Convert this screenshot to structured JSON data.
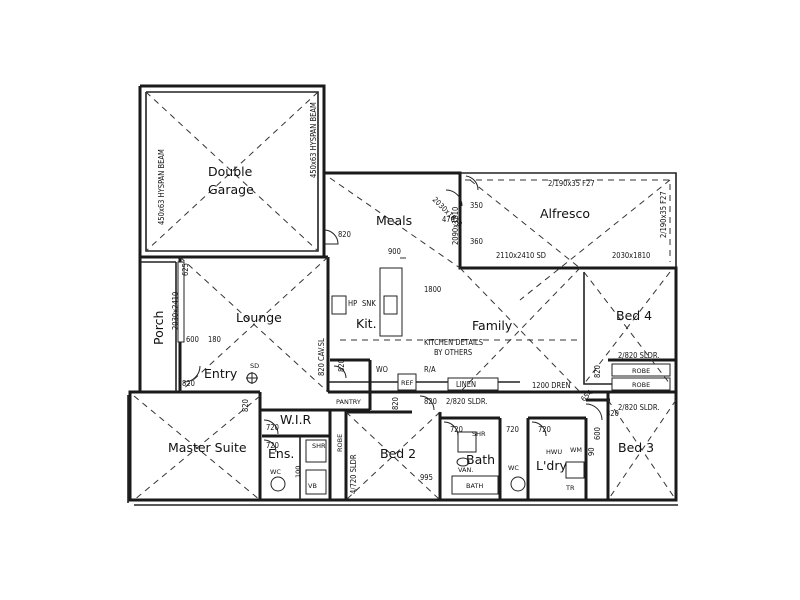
{
  "rooms": {
    "double_garage_1": "Double",
    "double_garage_2": "Garage",
    "meals": "Meals",
    "alfresco": "Alfresco",
    "lounge": "Lounge",
    "porch": "Porch",
    "kit": "Kit.",
    "family": "Family",
    "bed4": "Bed 4",
    "entry": "Entry",
    "master_suite": "Master Suite",
    "wir": "W.I.R",
    "ens": "Ens.",
    "bed2": "Bed 2",
    "bath": "Bath",
    "ldry": "L'dry",
    "bed3": "Bed 3",
    "pantry": "PANTRY",
    "linen": "LINEN"
  },
  "labels": {
    "beam_left": "450x63 HYSPAN BEAM",
    "beam_right": "450x63 HYSPAN BEAM",
    "slider_alfresco_top": "2/190x35 F27",
    "slider_alfresco_right": "2/190x35 F27",
    "d2030_1810": "2030x1810",
    "d2110_2410": "2110x2410 SD",
    "d2030_2410_porch": "2030x2410",
    "d2090_1810": "2090x1810",
    "d2030_1810_v": "2030x1810",
    "d350": "350",
    "d360": "360",
    "d470": "470",
    "d820_meals": "820",
    "d900": "900",
    "d1800": "1800",
    "d625": "625",
    "d600": "600",
    "d180": "180",
    "hp": "HP",
    "snk": "SNK",
    "kitchen_note_1": "KITCHEN DETAILS",
    "kitchen_note_2": "BY OTHERS",
    "cav_sl": "820 CAV.SL",
    "d820_entry": "820",
    "d820_hall": "820",
    "d820_pantry_v": "820",
    "wo": "WO",
    "ref": "REF",
    "ra": "R/A",
    "d2_820_sldr": "2/820 SLDR.",
    "d1200_dren": "1200 DREN",
    "d2_820_sldr_bed4": "2/820 SLDR.",
    "robe1": "ROBE",
    "robe2": "ROBE",
    "d2_820_sldr_bed3": "2/820 SLDR.",
    "d820_bed4": "820",
    "d654": "654",
    "d820_bed3": "820",
    "d600_bed3": "600",
    "d90": "90",
    "d720_wir": "720",
    "d720_ens": "720",
    "d720_bath": "720",
    "d720_ldry": "720",
    "d720_wc": "720",
    "d820_master": "820",
    "d820_bed2": "820",
    "d4_720_robe": "4/720 SLDR",
    "robe_bed2": "ROBE",
    "shr_ens": "SHR",
    "shr_bath": "SHR",
    "wc_ens": "WC",
    "wc_bath": "WC",
    "vb": "VB",
    "d100": "100",
    "van": "VAN.",
    "bath_tub": "BATH",
    "d995": "995",
    "hwu": "HWU",
    "wm": "WM",
    "tr": "TR",
    "sd": "SD"
  }
}
